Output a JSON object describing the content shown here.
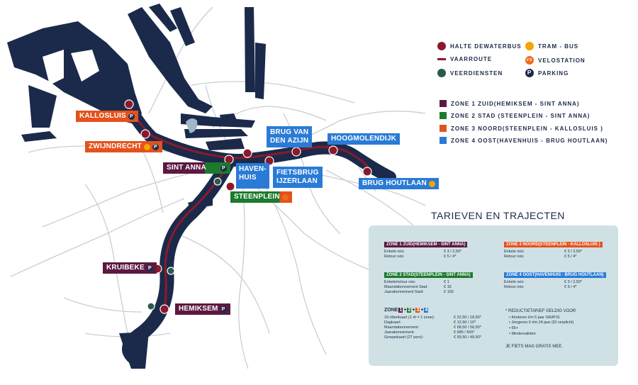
{
  "legend": {
    "halte": "HALTE DEWATERBUS",
    "vaarroute": "VAARROUTE",
    "veerdiensten": "VEERDIENSTEN",
    "tram_bus": "TRAM - BUS",
    "velostation": "VELOSTATION",
    "parking": "PARKING",
    "parking_glyph": "P",
    "velo_glyph": "VS"
  },
  "zones": [
    {
      "label": "ZONE 1 ZUID(HEMIKSEM - SINT ANNA)",
      "color": "#5c1940"
    },
    {
      "label": "ZONE 2 STAD (STEENPLEIN - SINT ANNA)",
      "color": "#1c7a2e"
    },
    {
      "label": "ZONE 3 NOORD(STEENPLEIN - KALLOSLUIS )",
      "color": "#e4521c"
    },
    {
      "label": "ZONE 4 OOST(HAVENHUIS - BRUG HOUTLAAN)",
      "color": "#2a7bd6"
    }
  ],
  "stops": {
    "kallosluis": "KALLOSLUIS",
    "zwijndrecht": "ZWIJNDRECHT",
    "sint_anna": "SINT ANNA",
    "steenplein": "STEENPLEIN",
    "havenhuis_1": "HAVEN-",
    "havenhuis_2": "HUIS",
    "brug_van_1": "BRUG VAN",
    "brug_van_2": "DEN AZIJN",
    "hoogmolendijk": "HOOGMOLENDIJK",
    "fietsbrug_1": "FIETSBRUG",
    "fietsbrug_2": "IJZERLAAN",
    "brug_houtlaan": "BRUG HOUTLAAN",
    "kruibeke": "KRUIBEKE",
    "hemiksem": "HEMIKSEM"
  },
  "tarieven": {
    "title": "TARIEVEN EN TRAJECTEN",
    "zone1": {
      "header": "ZONE 1 ZUID(HEMIKSEM - SINT ANNA)",
      "rows": [
        [
          "Enkele reis:",
          "€ 3 / 2,50*"
        ],
        [
          "Retour reis:",
          "€ 5 / 4*"
        ]
      ]
    },
    "zone3": {
      "header": "ZONE 3 NOORD(STEENPLEIN - KALLOSLUIS )",
      "rows": [
        [
          "Enkele reis:",
          "€ 3 / 2,50*"
        ],
        [
          "Retour reis:",
          "€ 5 / 4*"
        ]
      ]
    },
    "zone2": {
      "header": "ZONE 2 STAD(STEENPLEIN - SINT ANNA)",
      "rows": [
        [
          "Enkele/retour reis:",
          "€ 1"
        ],
        [
          "Maandabonnement Stad:",
          "€ 15"
        ],
        [
          "Jaarabonnement Stad:",
          "€ 100"
        ]
      ]
    },
    "zone4": {
      "header": "ZONE 4 OOST(HAVENHUIS - BRUG HOUTLAAN)",
      "rows": [
        [
          "Enkele reis:",
          "€ 3 / 2,50*"
        ],
        [
          "Retour reis:",
          "€ 5 / 4*"
        ]
      ]
    },
    "zone_all": {
      "prefix": "ZONE",
      "nums": [
        "1",
        "2",
        "3",
        "4"
      ],
      "plus": "+",
      "rows": [
        [
          "10-rittenkaart (1 rit = 1 zone):",
          "€ 22,50 / 18,50*"
        ],
        [
          "Dagkaart:",
          "€ 12,50 / 10*"
        ],
        [
          "Maandabonnement:",
          "€ 68,50 / 56,50*"
        ],
        [
          "Jaarabonnement:",
          "€ 685 / 565*"
        ],
        [
          "Groepskaart (27 pers):",
          "€ 59,50 / 49,50*"
        ]
      ]
    },
    "reductie_title": "* REDUCTIETARIEF GELDIG VOOR",
    "reductie_items": [
      "Kinderen t/m 5 jaar GRATIS",
      "Jongeren 6 t/m 24 jaar (ID verplicht)",
      "65+",
      "Mindervaliden"
    ],
    "fiets": "JE FIETS MAG GRATIS MEE."
  }
}
